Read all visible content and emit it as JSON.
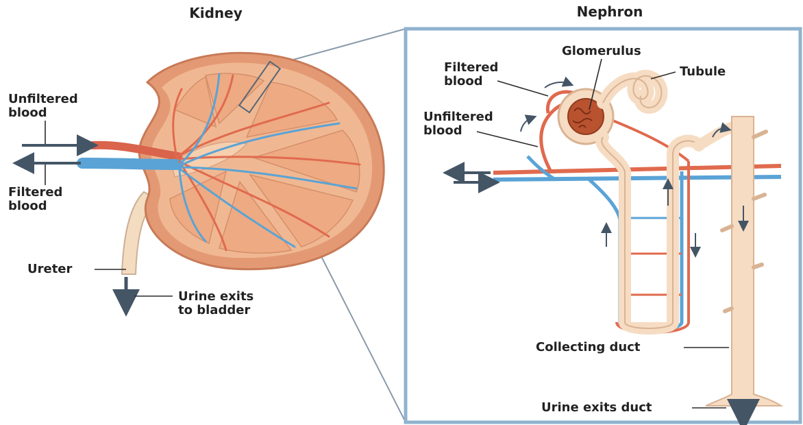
{
  "titles": {
    "kidney": "Kidney",
    "nephron": "Nephron"
  },
  "kidney_labels": {
    "unfiltered_line1": "Unfiltered",
    "unfiltered_line2": "blood",
    "filtered_line1": "Filtered",
    "filtered_line2": "blood",
    "ureter": "Ureter",
    "urine_line1": "Urine exits",
    "urine_line2": "to bladder"
  },
  "nephron_labels": {
    "glomerulus": "Glomerulus",
    "tubule": "Tubule",
    "filtered_line1": "Filtered",
    "filtered_line2": "blood",
    "unfiltered_line1": "Unfiltered",
    "unfiltered_line2": "blood",
    "collecting_duct": "Collecting duct",
    "urine_exits_duct": "Urine exits duct"
  },
  "colors": {
    "artery": "#e06a4e",
    "vein": "#5aa3d6",
    "kidney_tissue": "#f0b892",
    "kidney_capsule": "#e39a74",
    "tubule": "#f6dcc2",
    "tubule_outline": "#d9b393",
    "frame": "#8fb3cf",
    "arrow": "#445566"
  }
}
